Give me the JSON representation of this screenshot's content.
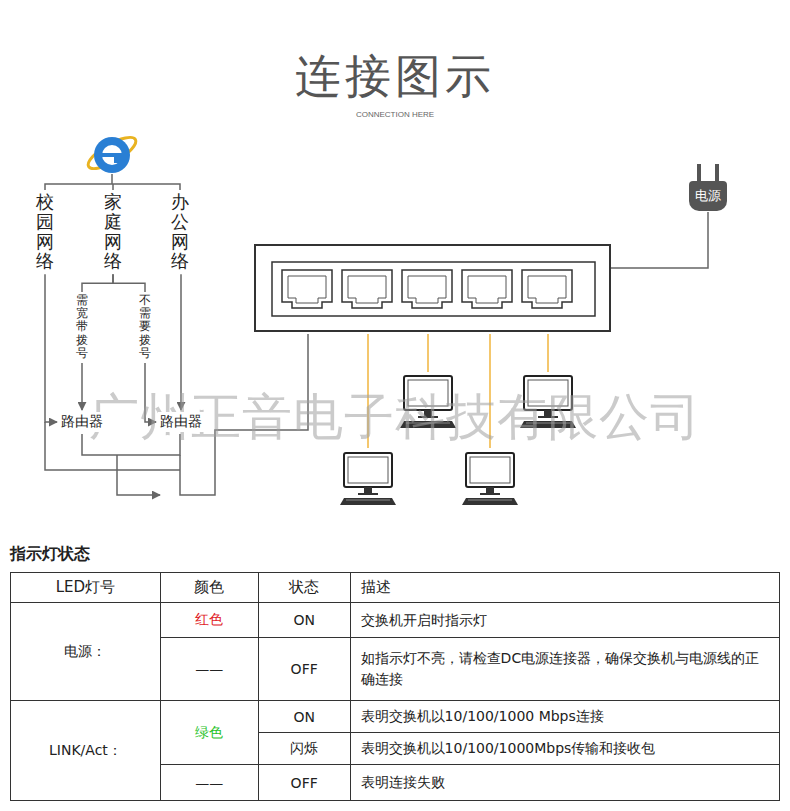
{
  "diagram": {
    "title": "连接图示",
    "nodes": [
      {
        "text": [
          "校园网络"
        ]
      },
      {
        "text": [
          "家庭网络"
        ]
      },
      {
        "text": [
          "办公网络"
        ]
      },
      {
        "text": [
          "需宽带拨号"
        ]
      },
      {
        "text": [
          "不需要拨号"
        ]
      },
      {
        "text": [
          "路由器"
        ]
      },
      {
        "text": [
          "路由器"
        ]
      },
      {
        "text": [
          "电源"
        ]
      }
    ],
    "edges": [
      {
        "from": 1,
        "to": 3,
        "arrow": "none"
      },
      {
        "from": 1,
        "to": 4,
        "arrow": "none"
      },
      {
        "from": 0,
        "to": 5,
        "arrow": "to"
      },
      {
        "from": 3,
        "to": 5,
        "arrow": "to"
      },
      {
        "from": 4,
        "to": 6,
        "arrow": "to"
      },
      {
        "from": 2,
        "to": 6,
        "arrow": "to"
      }
    ],
    "labels": [
      "CONNECTION HERE",
      "广州正音电子科技有限公司",
      "指示灯状态",
      "LED灯号",
      "颜色",
      "状态",
      "描述",
      "电源：",
      "红色",
      "ON",
      "交换机开启时指示灯",
      "——",
      "OFF",
      "如指示灯不亮，请检查DC电源连接器，确保交换机与电源线的正确连接",
      "LINK/Act：",
      "绿色",
      "ON",
      "表明交换机以10/100/1000 Mbps连接",
      "闪烁",
      "表明交换机以10/100/1000Mbps传输和接收包",
      "——",
      "OFF",
      "表明连接失败"
    ]
  }
}
